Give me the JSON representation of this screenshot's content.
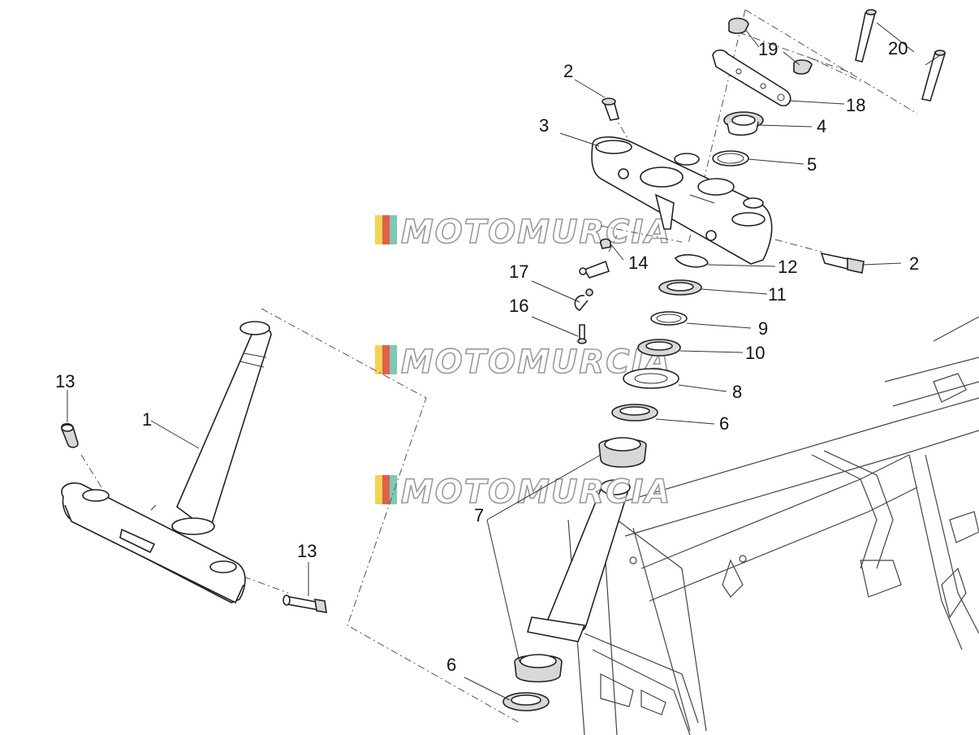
{
  "callouts": [
    {
      "id": "c1",
      "label": "1"
    },
    {
      "id": "c2a",
      "label": "2"
    },
    {
      "id": "c2b",
      "label": "2"
    },
    {
      "id": "c3",
      "label": "3"
    },
    {
      "id": "c4",
      "label": "4"
    },
    {
      "id": "c5",
      "label": "5"
    },
    {
      "id": "c6a",
      "label": "6"
    },
    {
      "id": "c6b",
      "label": "6"
    },
    {
      "id": "c7",
      "label": "7"
    },
    {
      "id": "c8",
      "label": "8"
    },
    {
      "id": "c9",
      "label": "9"
    },
    {
      "id": "c10",
      "label": "10"
    },
    {
      "id": "c11",
      "label": "11"
    },
    {
      "id": "c12",
      "label": "12"
    },
    {
      "id": "c13a",
      "label": "13"
    },
    {
      "id": "c13b",
      "label": "13"
    },
    {
      "id": "c14",
      "label": "14"
    },
    {
      "id": "c16",
      "label": "16"
    },
    {
      "id": "c17",
      "label": "17"
    },
    {
      "id": "c18",
      "label": "18"
    },
    {
      "id": "c19",
      "label": "19"
    },
    {
      "id": "c20",
      "label": "20"
    }
  ],
  "watermark": {
    "text": "MOTOMURCIA",
    "colors": [
      "#f2d35a",
      "#e0604a",
      "#7fc9b5"
    ]
  }
}
